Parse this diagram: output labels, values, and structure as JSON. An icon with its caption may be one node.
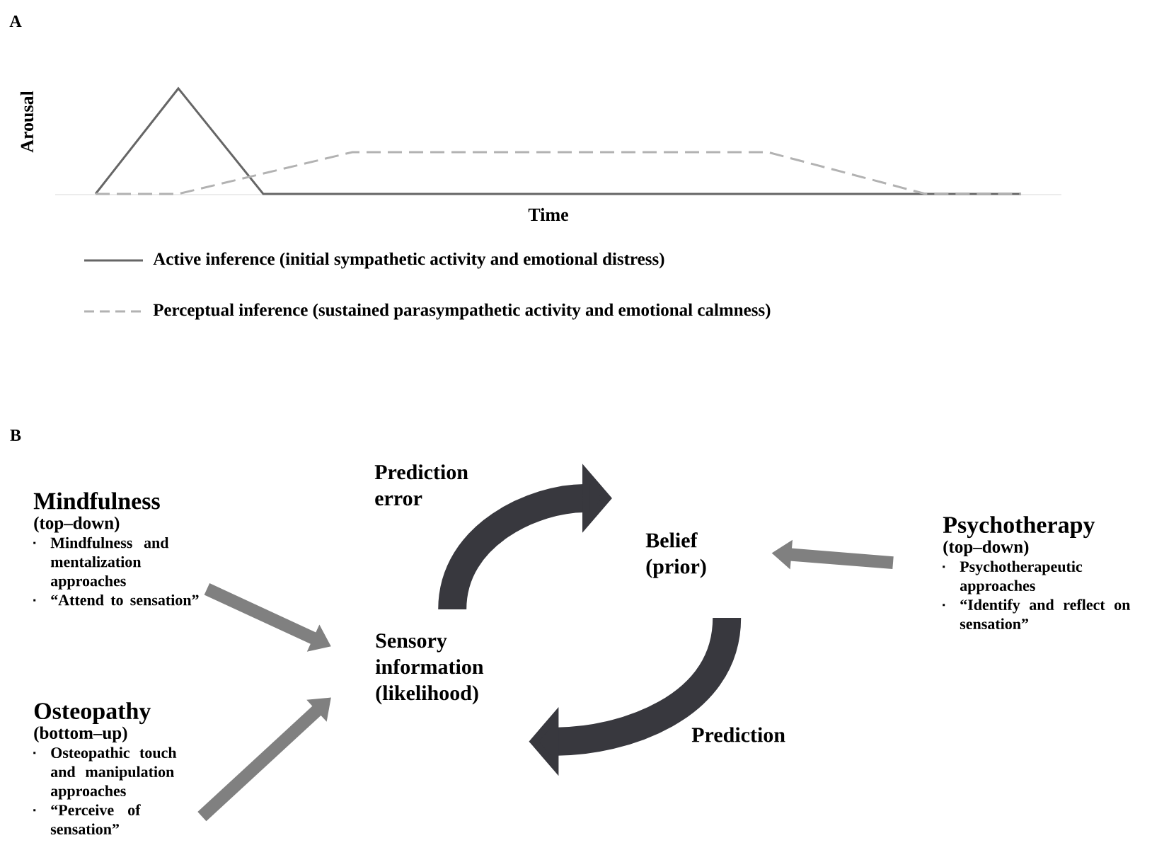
{
  "diagram": {
    "nodes": [
      {
        "text": [
          "Mindfulness",
          "(top–down)",
          "Mindfulness and mentalization approaches",
          "“Attend to sensation”"
        ]
      },
      {
        "text": [
          "Belief (prior)"
        ]
      },
      {
        "text": [
          "Psychotherapy",
          "(top–down)",
          "Psychotherapeutic approaches",
          "“Identify and reflect on sensation”"
        ]
      },
      {
        "text": [
          "Sensory information (likelihood)"
        ]
      },
      {
        "text": [
          "Osteopathy",
          "(bottom–up)",
          "Osteopathic touch and manipulation approaches",
          "“Perceive of sensation”"
        ]
      }
    ],
    "edges": [
      {
        "from": 0,
        "to": 3,
        "arrow": "to"
      },
      {
        "from": 4,
        "to": 3,
        "arrow": "to"
      },
      {
        "from": 2,
        "to": 1,
        "arrow": "to"
      },
      {
        "from": 3,
        "to": 1,
        "arrow": "to",
        "label": "Prediction error",
        "style": "thick",
        "color": "#38383e"
      },
      {
        "from": 1,
        "to": 3,
        "arrow": "to",
        "label": "Prediction",
        "style": "thick",
        "color": "#38383e"
      }
    ],
    "labels": [
      "A",
      "Arousal",
      "Time",
      "B"
    ],
    "legend": [
      {
        "text": "Active inference (initial sympathetic activity and emotional distress)"
      },
      {
        "text": "Perceptual inference (sustained parasympathetic activity and emotional calmness)"
      }
    ]
  }
}
